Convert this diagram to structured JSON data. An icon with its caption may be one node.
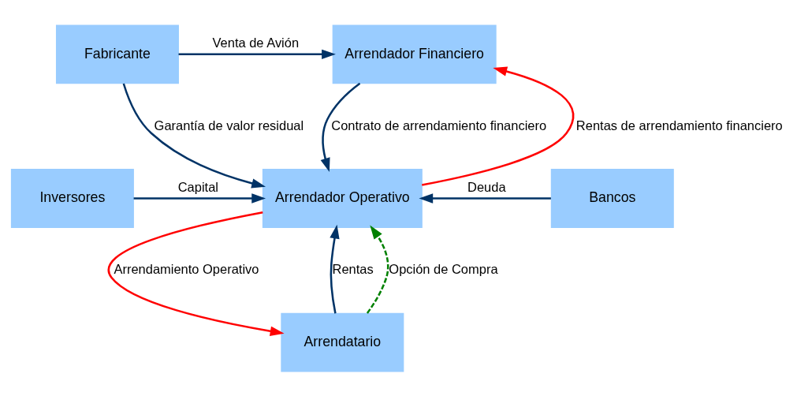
{
  "diagram": {
    "nodes": [
      {
        "text": [
          "Fabricante"
        ]
      },
      {
        "text": [
          "Arrendador Financiero"
        ]
      },
      {
        "text": [
          "Inversores"
        ]
      },
      {
        "text": [
          "Arrendador Operativo"
        ]
      },
      {
        "text": [
          "Bancos"
        ]
      },
      {
        "text": [
          "Arrendatario"
        ]
      }
    ],
    "edges": [
      {
        "from": 0,
        "to": 1,
        "arrow": "to",
        "label": "Venta de Avión"
      },
      {
        "from": 0,
        "to": 3,
        "arrow": "to",
        "label": "Garantía de valor residual"
      },
      {
        "from": 3,
        "to": 1,
        "arrow": "to",
        "label": "Rentas de arrendamiento financiero",
        "color": "#ff0000"
      },
      {
        "from": 1,
        "to": 3,
        "arrow": "to",
        "label": "Contrato de arrendamiento financiero"
      },
      {
        "from": 2,
        "to": 3,
        "arrow": "to",
        "label": "Capital"
      },
      {
        "from": 4,
        "to": 3,
        "arrow": "to",
        "label": "Deuda"
      },
      {
        "from": 3,
        "to": 5,
        "arrow": "to",
        "label": "Arrendamiento Operativo",
        "color": "#ff0000"
      },
      {
        "from": 5,
        "to": 3,
        "arrow": "to",
        "label": "Rentas"
      },
      {
        "from": 5,
        "to": 3,
        "arrow": "to",
        "label": "Opción de Compra",
        "style": "dashed",
        "color": "#008000"
      }
    ]
  }
}
